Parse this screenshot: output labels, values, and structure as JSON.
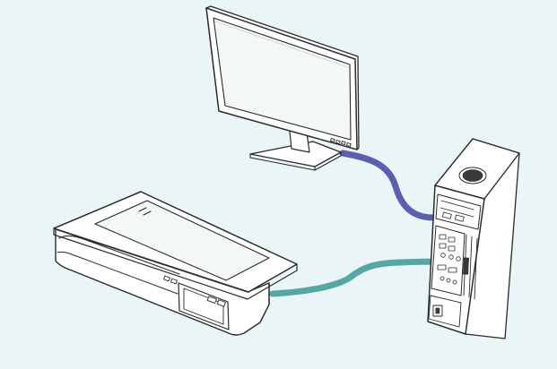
{
  "diagram": {
    "devices": [
      "monitor",
      "flatbed-scanner",
      "desktop-tower"
    ],
    "connections": [
      {
        "from": "monitor",
        "to": "desktop-tower",
        "color": "#5a5fb0"
      },
      {
        "from": "flatbed-scanner",
        "to": "desktop-tower",
        "color": "#55a7a6"
      }
    ]
  },
  "colors": {
    "background": "#e9f5f6",
    "stroke": "#2b2b2b",
    "device_fill": "#ffffff",
    "screen_fill": "#f4f7f7"
  }
}
